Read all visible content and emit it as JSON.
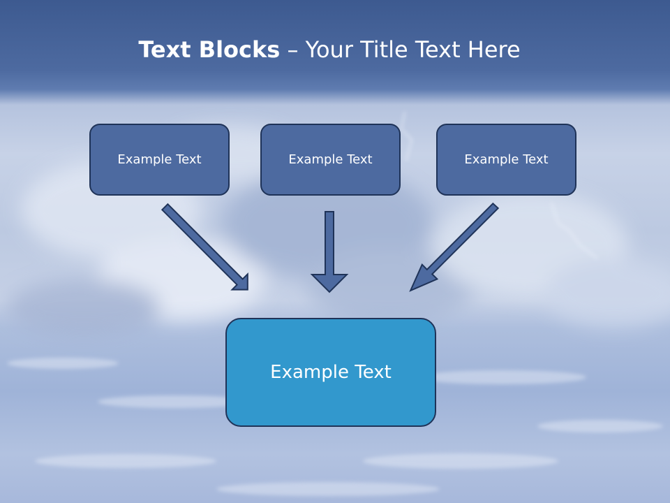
{
  "slide": {
    "title_bold": "Text Blocks",
    "title_sep": " – ",
    "title_rest": "Your Title Text Here"
  },
  "blocks": [
    {
      "label": "Example Text"
    },
    {
      "label": "Example Text"
    },
    {
      "label": "Example Text"
    }
  ],
  "target": {
    "label": "Example Text"
  },
  "colors": {
    "header": "#3d5a90",
    "block_fill": "#4d6aa0",
    "target_fill": "#3298cd",
    "outline": "#1f3358"
  },
  "icons": [
    "arrow-down-right-icon",
    "arrow-down-icon",
    "arrow-down-left-icon"
  ]
}
